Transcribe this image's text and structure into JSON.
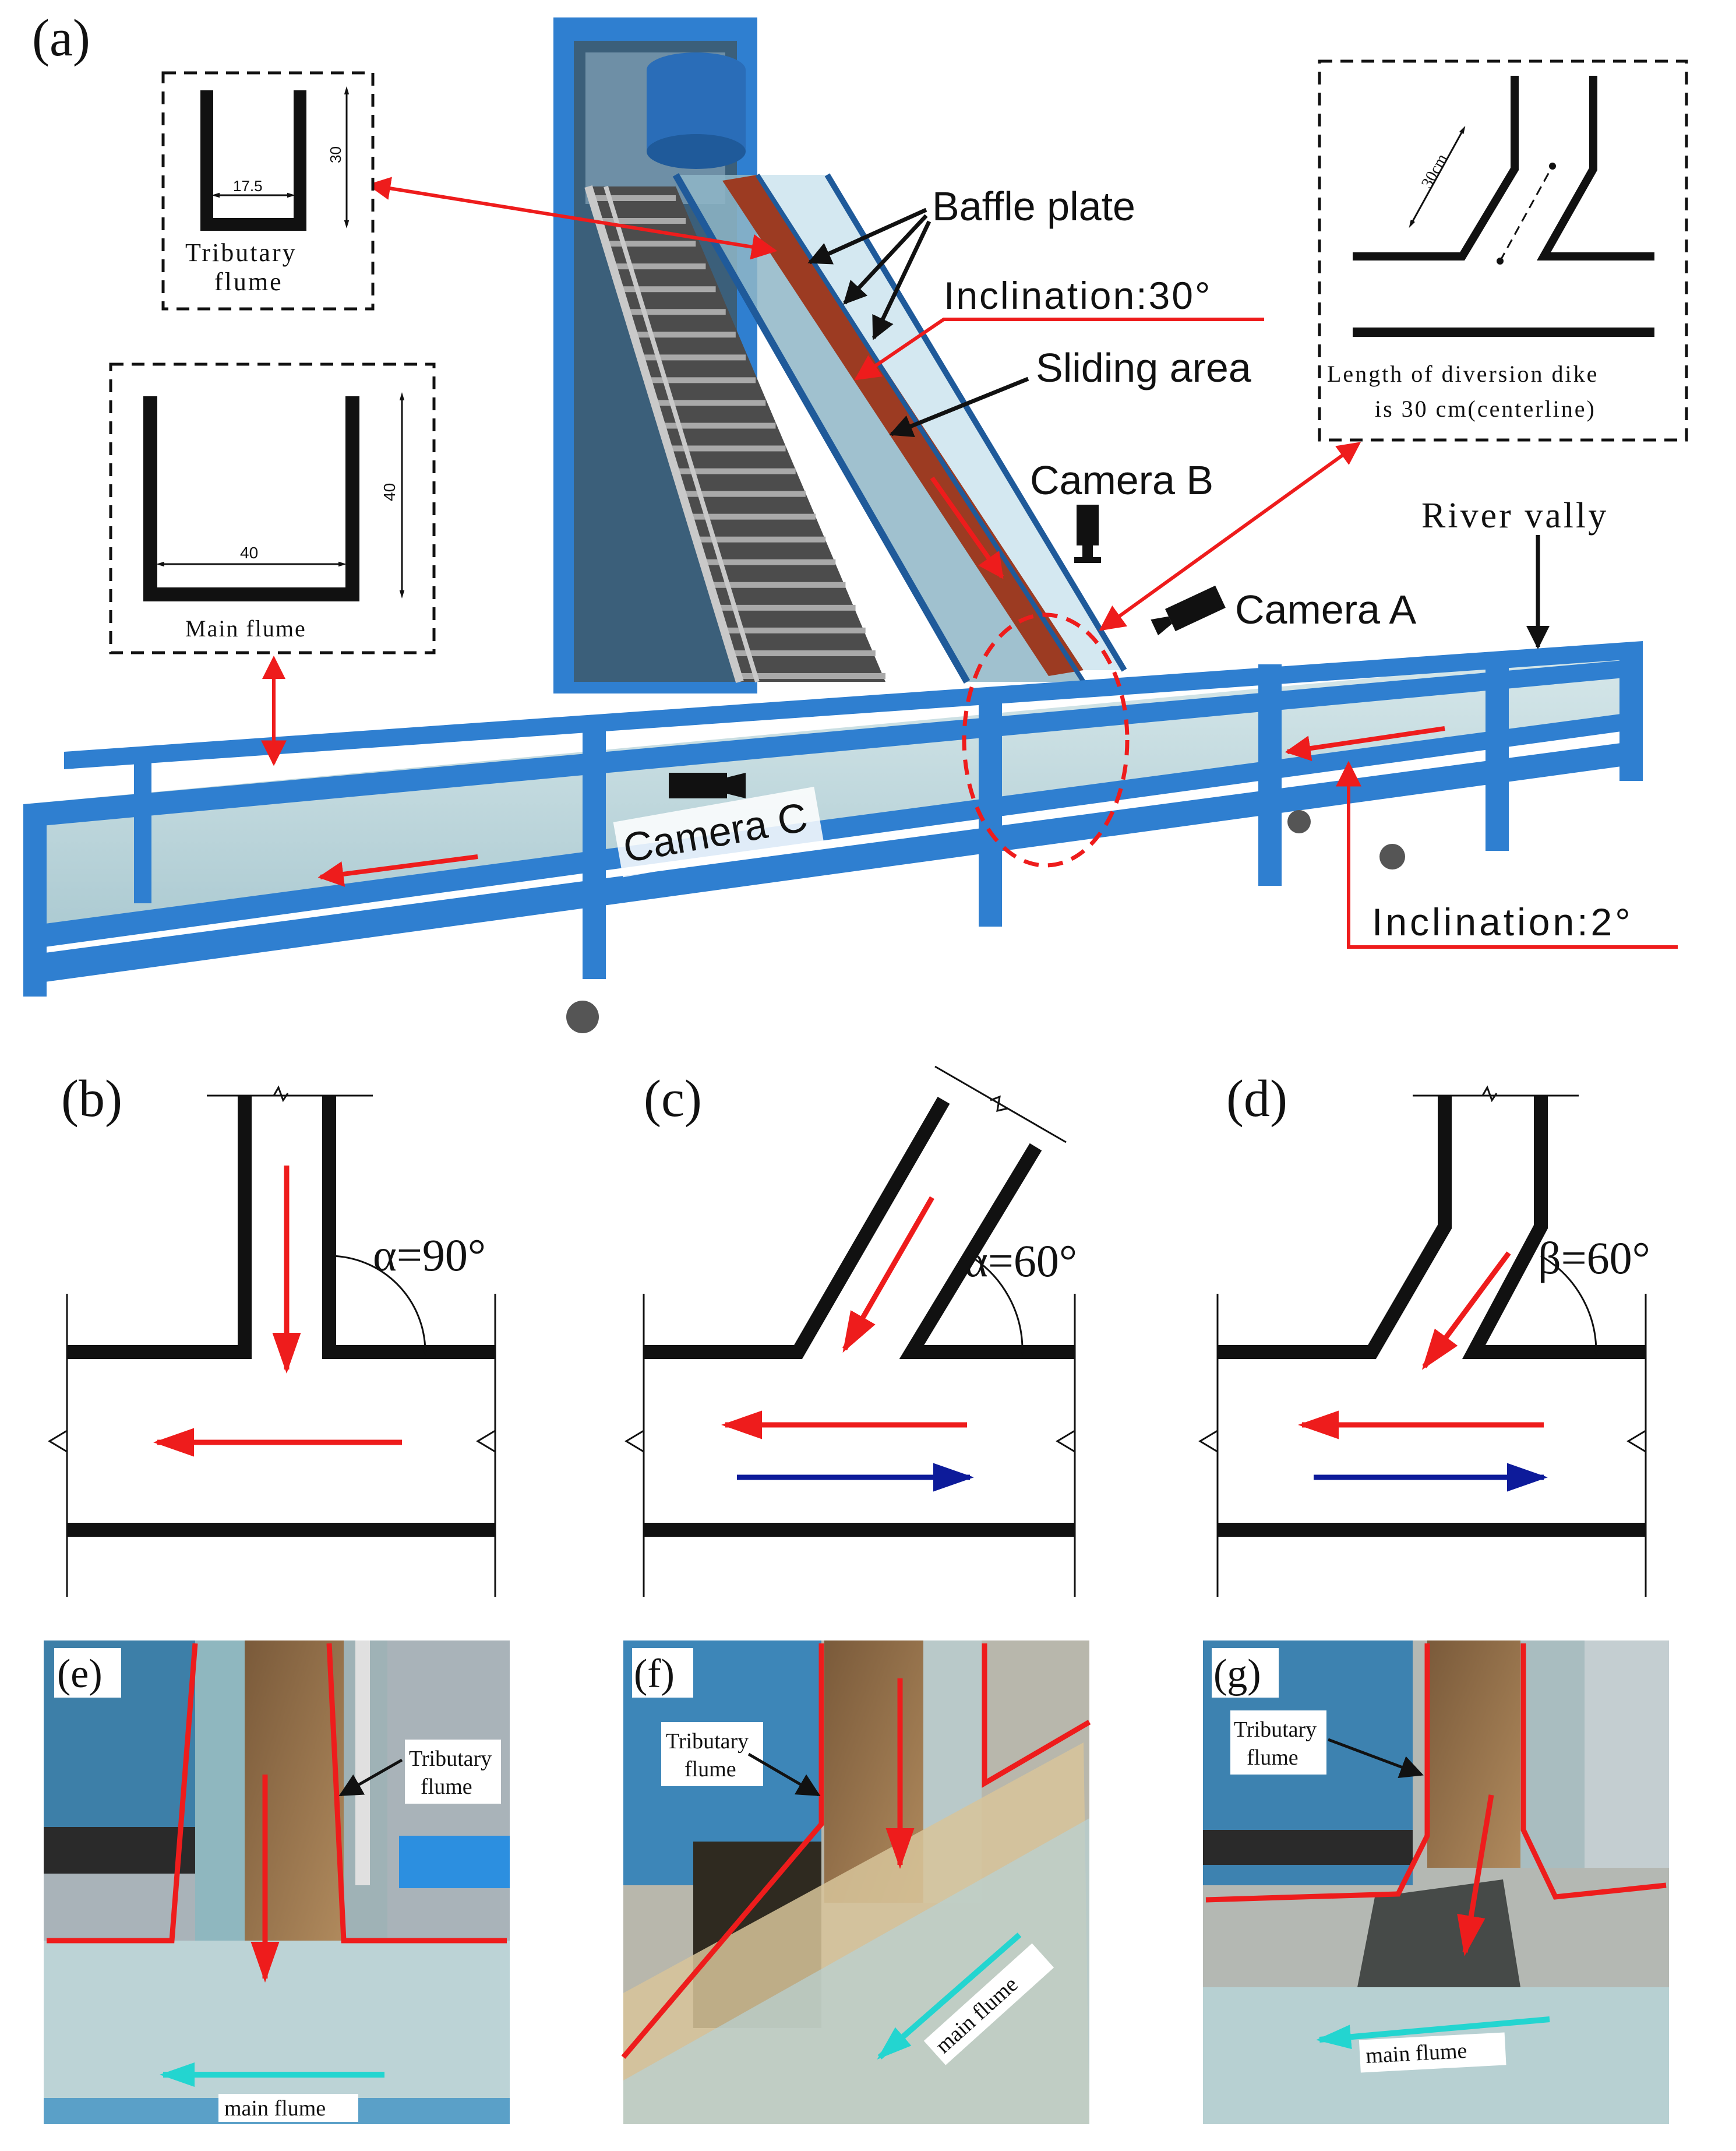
{
  "panels": {
    "a": "(a)",
    "b": "(b)",
    "c": "(c)",
    "d": "(d)",
    "e": "(e)",
    "f": "(f)",
    "g": "(g)"
  },
  "panel_a": {
    "baffle_plate": "Baffle plate",
    "inclination_30": "Inclination:30°",
    "sliding_area": "Sliding area",
    "camera_b": "Camera B",
    "camera_a": "Camera A",
    "camera_c": "Camera C",
    "river_valley": "River vally",
    "inclination_2": "Inclination:2°",
    "tributary_inset": {
      "width_dim": "17.5",
      "height_dim": "30",
      "caption_line1": "Tributary",
      "caption_line2": "flume"
    },
    "main_inset": {
      "width_dim": "40",
      "height_dim": "40",
      "caption": "Main flume"
    },
    "dike_inset": {
      "dim": "30cm",
      "caption_line1": "Length of diversion dike",
      "caption_line2": "is 30 cm(centerline)"
    }
  },
  "panel_b": {
    "angle": "α=90°"
  },
  "panel_c": {
    "angle": "α=60°"
  },
  "panel_d": {
    "angle": "β=60°"
  },
  "photos": {
    "e": {
      "tributary_line1": "Tributary",
      "tributary_line2": "flume",
      "main": "main flume"
    },
    "f": {
      "tributary_line1": "Tributary",
      "tributary_line2": "flume",
      "main": "main flume"
    },
    "g": {
      "tributary_line1": "Tributary",
      "tributary_line2": "flume",
      "main": "main flume"
    }
  },
  "colors": {
    "frame_blue": "#2f7fd0",
    "flow_red": "#ee1c1c",
    "reverse_blue": "#0d1b9a",
    "cyan_arrow": "#23d5d0",
    "channel_black": "#111111"
  }
}
